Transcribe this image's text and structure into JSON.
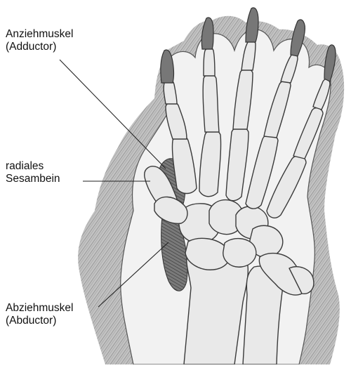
{
  "labels": {
    "adductor": {
      "line1": "Anziehmuskel",
      "line2": "(Adductor)"
    },
    "sesamoid": {
      "line1": "radiales",
      "line2": "Sesambein"
    },
    "abductor": {
      "line1": "Abziehmuskel",
      "line2": "(Abductor)"
    }
  },
  "colors": {
    "background": "#ffffff",
    "fur": "#8a8a8a",
    "soft_tissue": "#f2f2f2",
    "bone": "#e9e9e9",
    "claw": "#777777",
    "muscle": "#6a6a6a",
    "outline": "#3a3a3a"
  }
}
